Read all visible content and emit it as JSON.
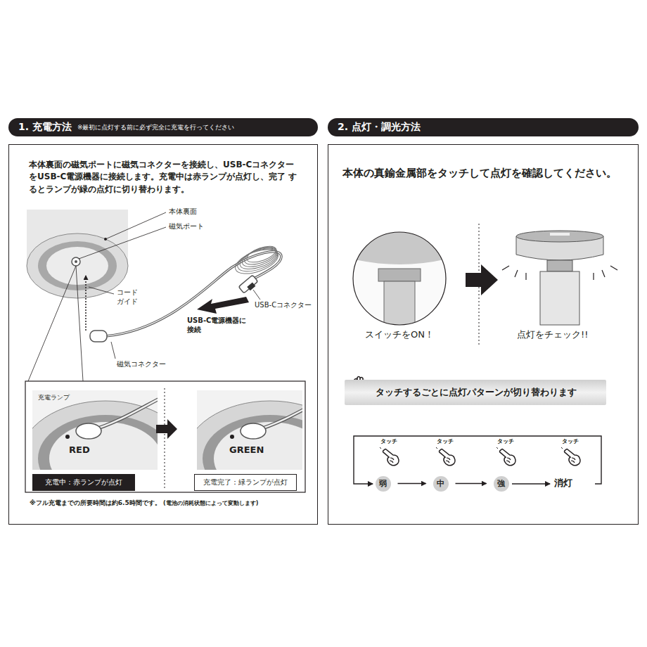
{
  "diagram": {
    "nodes": [
      {
        "text": [
          "1. 充電方法",
          "※最初に点灯する前に必ず完全に充電を行ってください"
        ]
      },
      {
        "text": [
          "2. 点灯・調光方法"
        ]
      },
      {
        "text": [
          "本体裏面の磁気ポートに磁気コネクターを接続し、USB-Cコネクター をUSB-C電源機器に接続します。充電中は赤ランプが点灯し、完了 するとランプが緑の点灯に切り替わります。"
        ]
      },
      {
        "text": [
          "充電中：赤ランプが点灯"
        ],
        "in": 2
      },
      {
        "text": [
          "充電完了：緑ランプが点灯"
        ],
        "in": 2
      },
      {
        "text": [
          "本体の真鍮金属部をタッチして点灯を確認してください。"
        ]
      },
      {
        "text": [
          "タッチするごとに点灯パターンが切り替わります"
        ],
        "in": 5
      },
      {
        "text": [
          "弱"
        ],
        "in": 5
      },
      {
        "text": [
          "中"
        ],
        "in": 5
      },
      {
        "text": [
          "強"
        ],
        "in": 5
      }
    ],
    "edges": [
      {
        "from": 7,
        "to": 8,
        "arrow": "to"
      },
      {
        "from": 8,
        "to": 9,
        "arrow": "to"
      }
    ],
    "labels": [
      "本体裏面",
      "磁気ポート",
      "コード ガイド",
      "USB-Cコネクター",
      "USB-C電源機器に 接続",
      "磁気コネクター",
      "充電ランプ",
      "RED",
      "GREEN",
      "※フル充電までの所要時間は約6.5時間です。",
      "(電池の消耗状態によって変動します)",
      "スイッチをON！",
      "点灯をチェック!!",
      "タッチ",
      "タッチ",
      "タッチ",
      "タッチ",
      "消灯"
    ]
  }
}
